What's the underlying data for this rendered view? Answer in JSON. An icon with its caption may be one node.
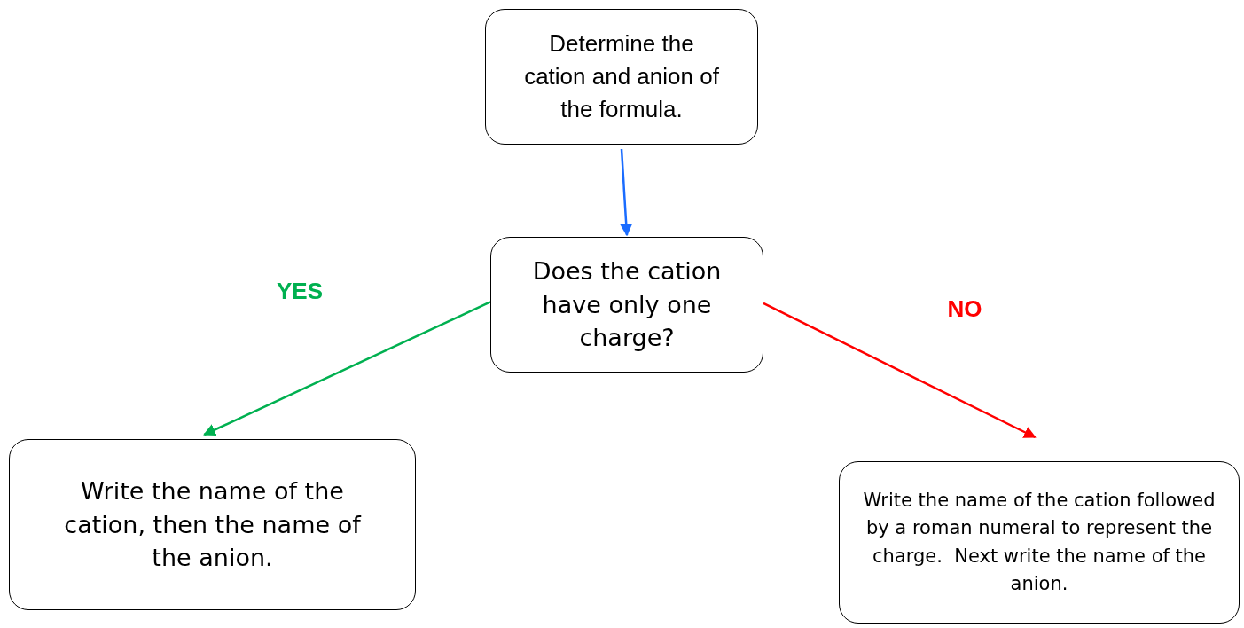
{
  "diagram": {
    "nodes": [
      {
        "text": [
          "Determine the cation and anion of the formula."
        ]
      },
      {
        "text": [
          "Does the cation have only one charge?"
        ]
      },
      {
        "text": [
          "Write the name of the cation, then the name of the anion."
        ]
      },
      {
        "text": [
          "Write the name of the cation followed by a roman numeral to represent the charge.  Next write the name of the anion."
        ]
      }
    ],
    "edges": [
      {
        "from": 0,
        "to": 1,
        "arrow": "to",
        "color": "#1a6cff"
      },
      {
        "from": 1,
        "to": 2,
        "arrow": "to",
        "label": "YES",
        "color": "#00b050"
      },
      {
        "from": 1,
        "to": 3,
        "arrow": "to",
        "label": "NO",
        "color": "#ff0000"
      }
    ]
  }
}
